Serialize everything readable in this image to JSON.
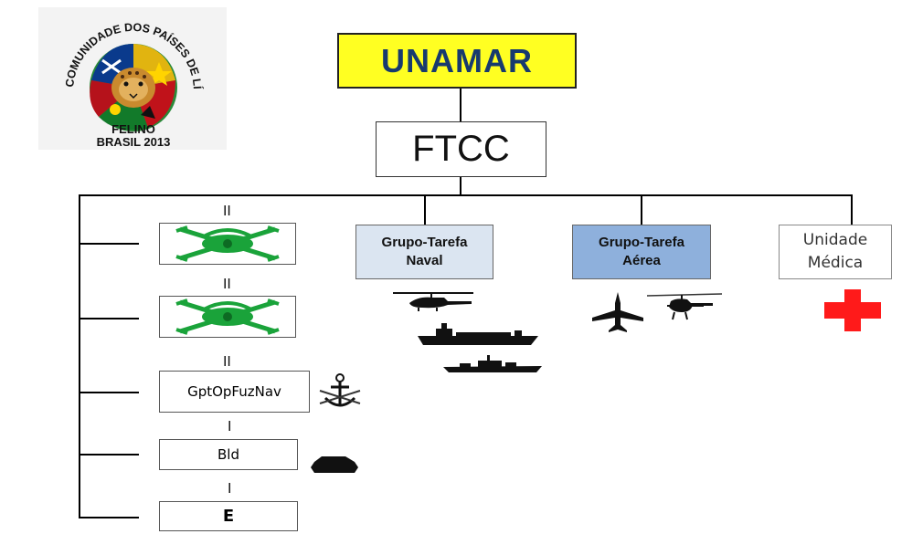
{
  "logo": {
    "ring_text": "COMUNIDADE DOS PAÍSES DE LÍNGUA PORTUGUESA",
    "line1": "FELINO",
    "line2": "BRASIL 2013"
  },
  "top": {
    "title": "UNAMAR"
  },
  "command": {
    "title": "FTCC"
  },
  "groups": {
    "naval": {
      "line1": "Grupo-Tarefa",
      "line2": "Naval"
    },
    "aerea": {
      "line1": "Grupo-Tarefa",
      "line2": "Aérea"
    },
    "medica": {
      "line1": "Unidade",
      "line2": "Médica"
    }
  },
  "left_units": [
    {
      "rank": "II",
      "label": ""
    },
    {
      "rank": "II",
      "label": ""
    },
    {
      "rank": "II",
      "label": "GptOpFuzNav"
    },
    {
      "rank": "I",
      "label": "Bld"
    },
    {
      "rank": "I",
      "label": "E"
    }
  ],
  "colors": {
    "unamar_fill": "#ffff22",
    "unamar_text": "#173a6e",
    "naval_fill": "#dbe5f1",
    "aerea_fill": "#8eb0dc",
    "emblem_green": "#1aa33a",
    "cross_red": "#ff1a1a"
  },
  "icons": [
    "helicopter-icon",
    "ship-icon",
    "frigate-icon",
    "fighter-jet-icon",
    "attack-helicopter-icon",
    "medical-cross-icon",
    "anchor-emblem-icon",
    "armored-vehicle-icon"
  ]
}
